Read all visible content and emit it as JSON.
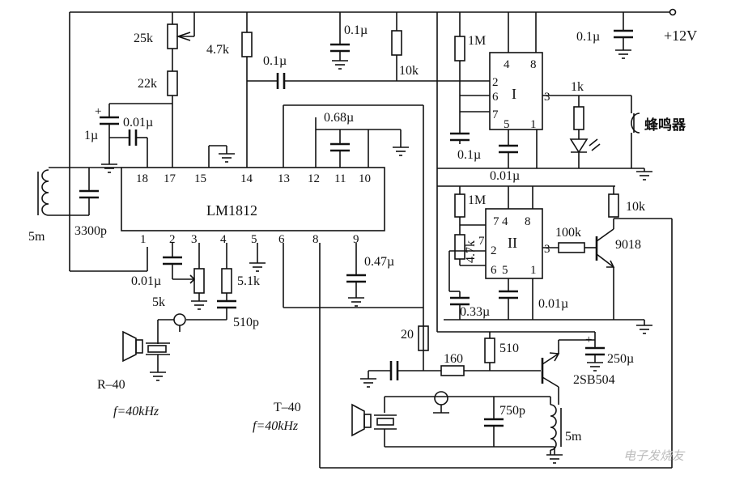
{
  "labels": {
    "supply": "+12V",
    "ic_main": "LM1812",
    "ic_timer_1": "I",
    "ic_timer_2": "II",
    "buzzer": "蜂鸣器",
    "tr1": "9018",
    "tr2": "2SB504",
    "rx_transducer": "R–40",
    "rx_freq": "f=40kHz",
    "tx_transducer": "T–40",
    "tx_freq": "f=40kHz"
  },
  "values": {
    "r_25k": "25k",
    "r_22k": "22k",
    "r_4_7k": "4.7k",
    "c_01u_a": "0.1µ",
    "c_01u_b": "0.1µ",
    "c_01u_c": "0.1µ",
    "c_01u_d": "0.1µ",
    "r_10k_a": "10k",
    "r_1m_a": "1M",
    "r_1k": "1k",
    "c_001u_a": "0.01µ",
    "c_1u": "1µ",
    "c_068u": "0.68µ",
    "c_001u_b": "0.01µ",
    "r_1m_b": "1M",
    "r_10k_b": "10k",
    "l_5m_a": "5m",
    "c_3300p": "3300p",
    "r_100k": "100k",
    "r_4_7k_b": "4.7k",
    "c_001u_c": "0.01µ",
    "c_047u": "0.47µ",
    "r_5k": "5k",
    "r_5_1k": "5.1k",
    "c_510p": "510p",
    "c_033u": "0.33µ",
    "c_001u_d": "0.01µ",
    "r_20": "20",
    "r_160": "160",
    "r_510": "510",
    "c_250u": "250µ",
    "c_750p": "750p",
    "l_5m_b": "5m"
  },
  "pins": {
    "top": [
      "18",
      "17",
      "15",
      "14",
      "13",
      "12",
      "11",
      "10"
    ],
    "bottom": [
      "1",
      "2",
      "3",
      "4",
      "5",
      "6",
      "8",
      "9"
    ],
    "t1": [
      "4",
      "8",
      "2",
      "6",
      "7",
      "3",
      "5",
      "1"
    ],
    "t2": [
      "7",
      "4",
      "8",
      "2",
      "6",
      "5",
      "3",
      "1"
    ],
    "t2_pin7b": "7"
  },
  "watermark": "电子发烧友"
}
